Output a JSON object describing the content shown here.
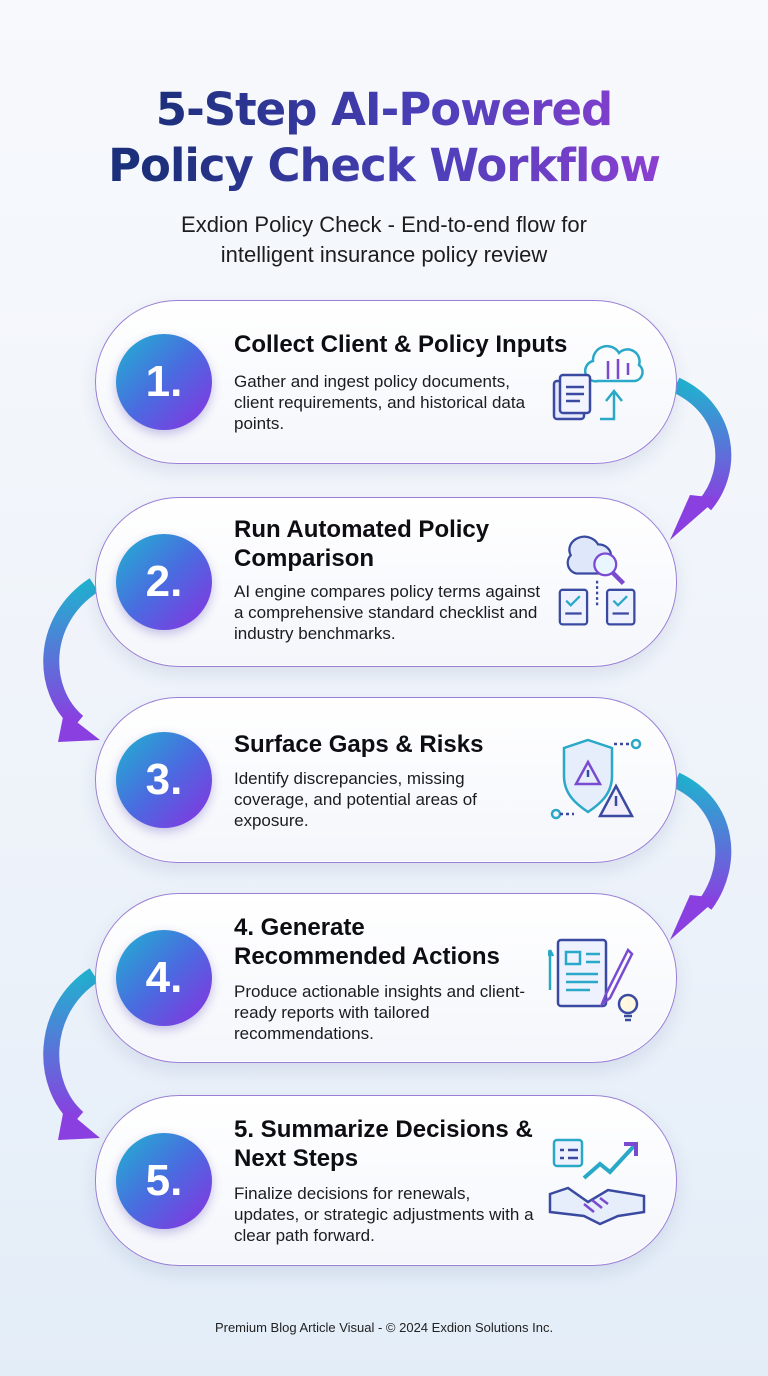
{
  "header": {
    "title_line1": "5-Step AI-Powered",
    "title_line2": "Policy Check Workflow",
    "subtitle_line1": "Exdion Policy Check - End-to-end flow for",
    "subtitle_line2": "intelligent insurance policy review"
  },
  "steps": [
    {
      "number": "1.",
      "title": "Collect Client & Policy Inputs",
      "description": "Gather and ingest policy documents, client requirements, and historical data points.",
      "icon": "cloud-documents-upload-icon"
    },
    {
      "number": "2.",
      "title": "Run Automated Policy Comparison",
      "description": "AI engine compares policy terms against a comprehensive standard checklist and industry benchmarks.",
      "icon": "brain-magnifier-checklist-icon"
    },
    {
      "number": "3.",
      "title": "Surface Gaps & Risks",
      "description": "Identify discrepancies, missing coverage, and potential areas of exposure.",
      "icon": "shield-warning-icon"
    },
    {
      "number": "4.",
      "title": "4. Generate Recommended Actions",
      "description": "Produce actionable insights and client-ready reports with tailored recommendations.",
      "icon": "report-pen-lightbulb-icon"
    },
    {
      "number": "5.",
      "title": "5. Summarize Decisions & Next Steps",
      "description": "Finalize decisions for renewals, updates, or strategic adjustments with a clear path forward.",
      "icon": "handshake-growth-icon"
    }
  ],
  "footer": {
    "text": "Premium Blog Article Visual - © 2024 Exdion Solutions Inc."
  },
  "colors": {
    "accent_start": "#1fb3d0",
    "accent_end": "#8a2fe0",
    "title_dark": "#1c2f7a"
  }
}
